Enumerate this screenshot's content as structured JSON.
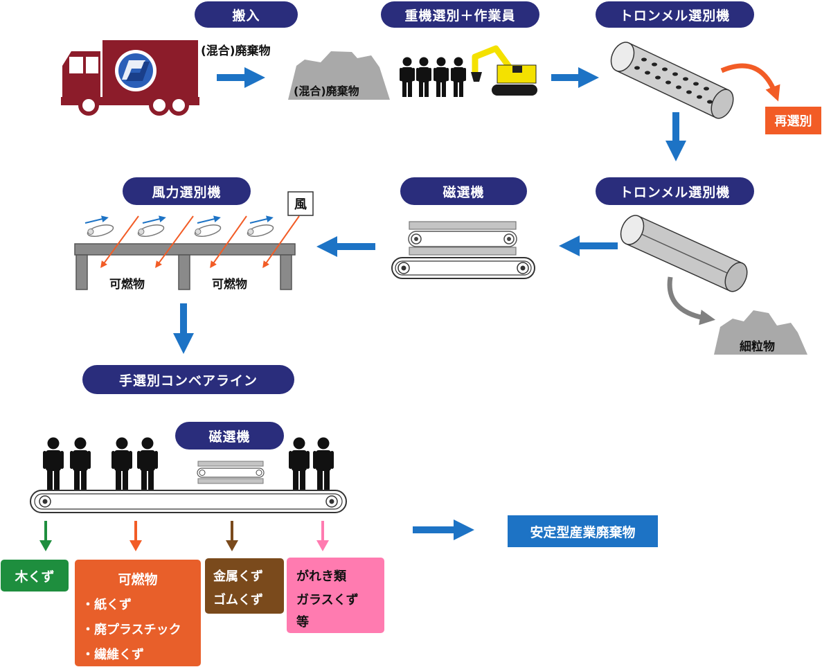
{
  "steps": {
    "intake": "搬入",
    "heavy_sort": "重機選別＋作業員",
    "trommel_1": "トロンメル選別機",
    "trommel_2": "トロンメル選別機",
    "magnetic_1": "磁選機",
    "wind": "風力選別機",
    "hand_line": "手選別コンベアライン",
    "magnetic_2": "磁選機"
  },
  "labels": {
    "mixed_waste_top": "(混合)廃棄物",
    "mixed_waste_pile": "(混合)廃棄物",
    "resort": "再選別",
    "fine_particles": "細粒物",
    "wind": "風",
    "combustible_1": "可燃物",
    "combustible_2": "可燃物",
    "stable_waste": "安定型産業廃棄物"
  },
  "outputs": {
    "wood": {
      "title": "木くず",
      "color": "#1e8e3e"
    },
    "combustibles": {
      "title": "可燃物",
      "items": [
        "・紙くず",
        "・廃プラスチック",
        "・繊維くず"
      ],
      "color": "#e85f2a"
    },
    "metal": {
      "lines": [
        "金属くず",
        "ゴムくず"
      ],
      "color": "#7a4a1c"
    },
    "rubble": {
      "lines": [
        "がれき類",
        "ガラスくず",
        "等"
      ],
      "color": "#ff7bb0"
    }
  },
  "colors": {
    "navy": "#2a2d7c",
    "arrow_blue": "#1d73c5",
    "orange": "#f25c26",
    "truck": "#8c1c2a",
    "excavator": "#f4e100",
    "pile_gray": "#a9a9a9",
    "stable_box": "#1d73c5"
  },
  "icons": [
    "truck-icon",
    "excavator-icon",
    "worker-icon",
    "trommel-icon",
    "magnetic-separator-icon",
    "conveyor-icon",
    "waste-pile-icon"
  ]
}
